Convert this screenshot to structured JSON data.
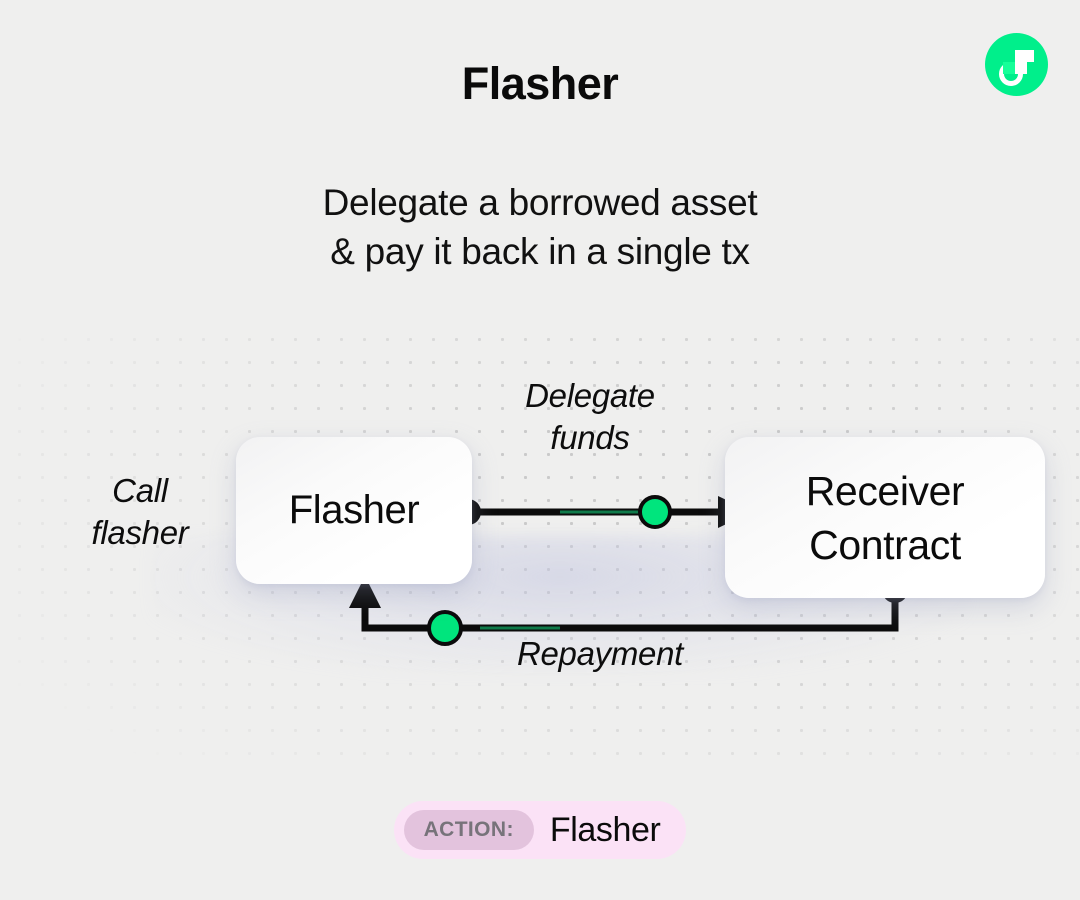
{
  "page": {
    "background_color": "#efefee",
    "accent_green": "#00e57d",
    "logo": {
      "name": "flow-logo",
      "circle_color": "#00ef8b",
      "mark_color": "#ffffff",
      "accent_color": "#16ff99"
    }
  },
  "header": {
    "title": "Flasher",
    "subtitle_line1": "Delegate a borrowed asset",
    "subtitle_line2": "& pay it back in a single tx"
  },
  "diagram": {
    "nodes": [
      {
        "id": "flasher",
        "label": "Flasher"
      },
      {
        "id": "receiver",
        "label_line1": "Receiver",
        "label_line2": "Contract"
      }
    ],
    "labels": {
      "call_flasher_line1": "Call",
      "call_flasher_line2": "flasher",
      "delegate_line1": "Delegate",
      "delegate_line2": "funds",
      "repayment": "Repayment"
    },
    "edges": [
      {
        "id": "delegate-funds",
        "from": "flasher",
        "to": "receiver",
        "label": "Delegate funds",
        "marker_color": "#00e57d"
      },
      {
        "id": "repayment",
        "from": "receiver",
        "to": "flasher",
        "label": "Repayment",
        "marker_color": "#00e57d"
      }
    ]
  },
  "footer": {
    "badge_tag": "ACTION:",
    "badge_name": "Flasher",
    "badge_bg": "#fbe2f6",
    "badge_tag_bg": "#e3c3dd"
  }
}
